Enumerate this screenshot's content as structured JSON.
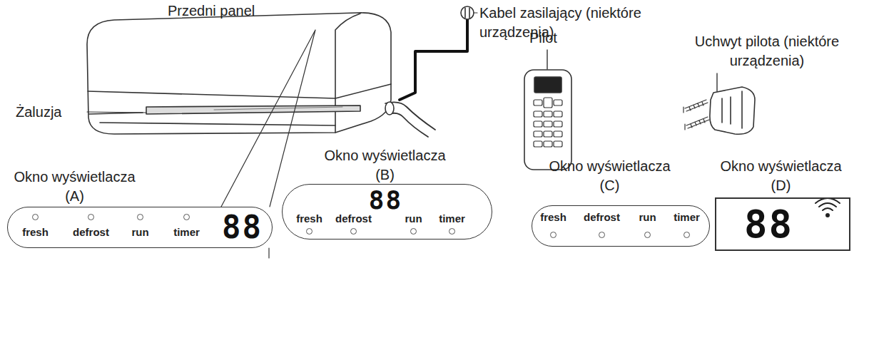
{
  "diagram": {
    "nodes": [
      {
        "text": [
          "Okno wyświetlacza (A)",
          "fresh",
          "defrost",
          "run",
          "timer",
          "88"
        ]
      },
      {
        "text": [
          "Okno wyświetlacza (B)",
          "88",
          "fresh",
          "defrost",
          "run",
          "timer"
        ]
      },
      {
        "text": [
          "Okno wyświetlacza (C)",
          "fresh",
          "defrost",
          "run",
          "timer"
        ]
      },
      {
        "text": [
          "Okno wyświetlacza (D)",
          "88"
        ]
      }
    ],
    "labels": [
      "Przedni panel",
      "Kabel zasilający (niektóre urządzenia)",
      "Żaluzja",
      "Pilot",
      "Uchwyt pilota (niektóre urządzenia)"
    ]
  }
}
